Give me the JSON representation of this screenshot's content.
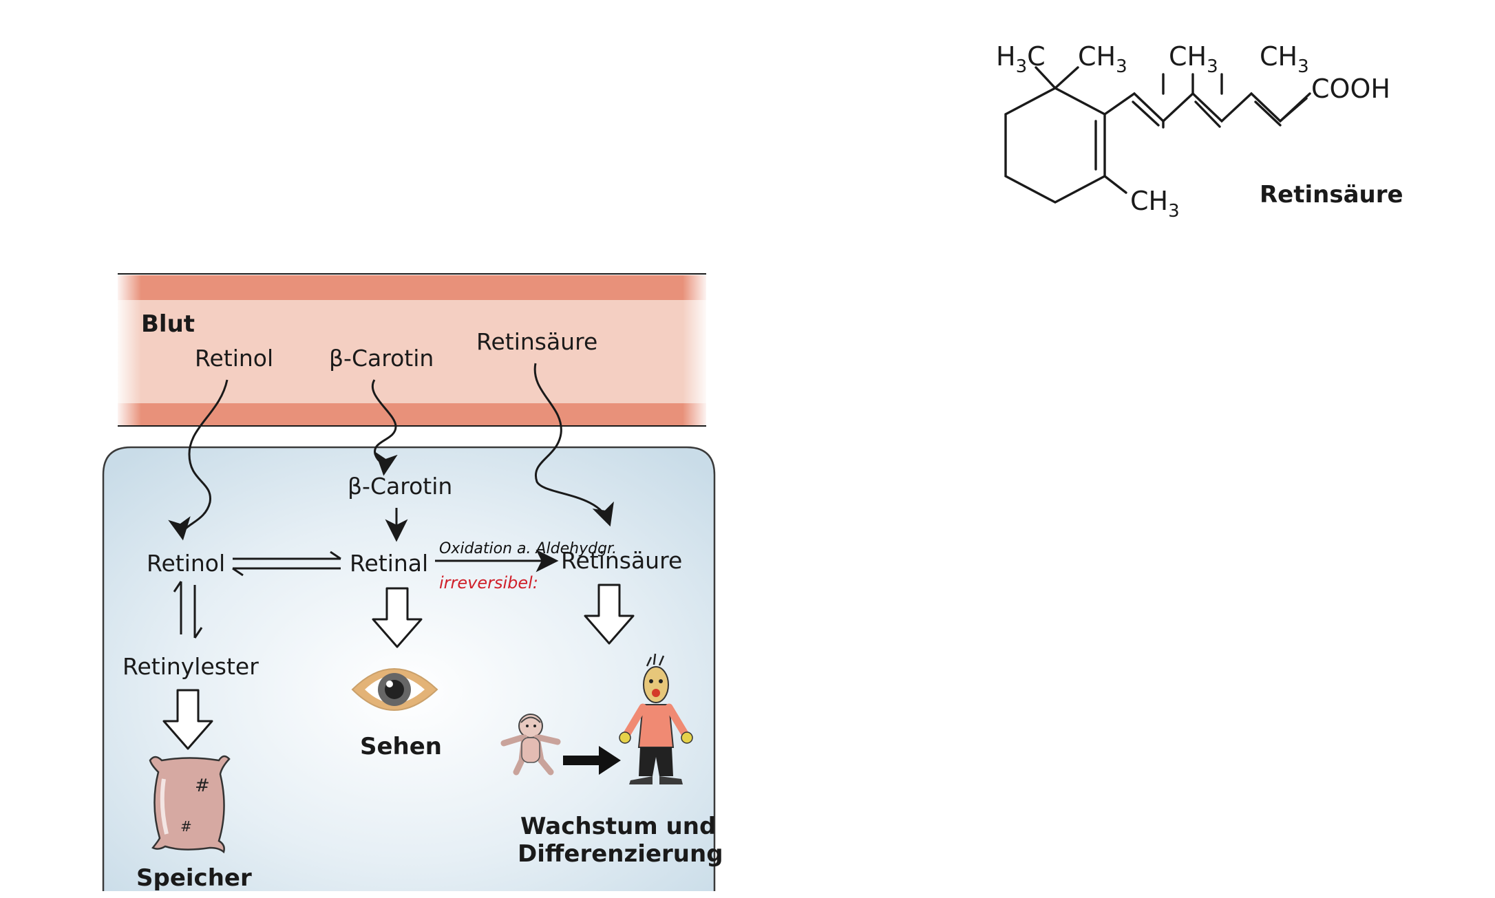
{
  "blood": {
    "label": "Blut",
    "retinol": "Retinol",
    "carotin": "β-Carotin",
    "retinsaeure": "Retinsäure",
    "color_band": "#e8917a",
    "color_fill": "#f4cfc2"
  },
  "cell": {
    "carotin": "β-Carotin",
    "retinol": "Retinol",
    "retinal": "Retinal",
    "retinsaeure": "Retinsäure",
    "retinylester": "Retinylester",
    "oxidation_note": "Oxidation a. Aldehydgr.",
    "irreversible_note": "irreversibel:",
    "speicher": "Speicher",
    "sehen": "Sehen",
    "wachstum_line1": "Wachstum und",
    "wachstum_line2": "Differenzierung",
    "color_fill": "#dbe8f0"
  },
  "structure": {
    "name": "Retinsäure",
    "h3c": "H",
    "h3c_sub": "3",
    "h3c_c": "C",
    "ch": "CH",
    "sub3": "3",
    "cooh": "COOH"
  },
  "icons": [
    "storage-sack-icon",
    "eye-icon",
    "baby-icon",
    "adult-person-icon",
    "growth-arrow-icon"
  ]
}
